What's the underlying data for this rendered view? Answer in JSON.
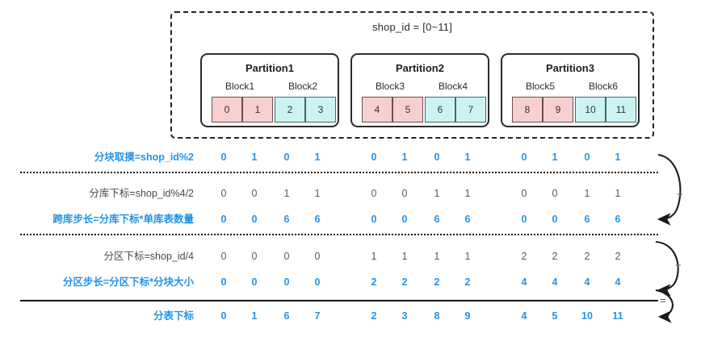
{
  "diagram": {
    "header": {
      "shop_id_range_label": "shop_id = [0~11]"
    },
    "partitions": [
      {
        "title": "Partition1",
        "blocks": [
          {
            "label": "Block1",
            "color": "pink",
            "values": [
              "0",
              "1"
            ]
          },
          {
            "label": "Block2",
            "color": "cyan",
            "values": [
              "2",
              "3"
            ]
          }
        ]
      },
      {
        "title": "Partition2",
        "blocks": [
          {
            "label": "Block3",
            "color": "pink",
            "values": [
              "4",
              "5"
            ]
          },
          {
            "label": "Block4",
            "color": "cyan",
            "values": [
              "6",
              "7"
            ]
          }
        ]
      },
      {
        "title": "Partition3",
        "blocks": [
          {
            "label": "Block5",
            "color": "pink",
            "values": [
              "8",
              "9"
            ]
          },
          {
            "label": "Block6",
            "color": "cyan",
            "values": [
              "10",
              "11"
            ]
          }
        ]
      }
    ],
    "rows": [
      {
        "label": "分块取摸=shop_id%2",
        "emphasis": "blue",
        "values": [
          "0",
          "1",
          "0",
          "1",
          "0",
          "1",
          "0",
          "1",
          "0",
          "1",
          "0",
          "1"
        ]
      },
      {
        "label": "分库下标=shop_id%4/2",
        "emphasis": "gray",
        "values": [
          "0",
          "0",
          "1",
          "1",
          "0",
          "0",
          "1",
          "1",
          "0",
          "0",
          "1",
          "1"
        ]
      },
      {
        "label": "跨库步长=分库下标*单库表数量",
        "emphasis": "blue",
        "values": [
          "0",
          "0",
          "6",
          "6",
          "0",
          "0",
          "6",
          "6",
          "0",
          "0",
          "6",
          "6"
        ]
      },
      {
        "label": "分区下标=shop_id/4",
        "emphasis": "gray",
        "values": [
          "0",
          "0",
          "0",
          "0",
          "1",
          "1",
          "1",
          "1",
          "2",
          "2",
          "2",
          "2"
        ]
      },
      {
        "label": "分区步长=分区下标*分块大小",
        "emphasis": "blue",
        "values": [
          "0",
          "0",
          "0",
          "0",
          "2",
          "2",
          "2",
          "2",
          "4",
          "4",
          "4",
          "4"
        ]
      },
      {
        "label": "分表下标",
        "emphasis": "blue",
        "values": [
          "0",
          "1",
          "6",
          "7",
          "2",
          "3",
          "8",
          "9",
          "4",
          "5",
          "10",
          "11"
        ]
      }
    ],
    "operators": {
      "plus_top": "+",
      "plus_bottom": "+",
      "equals": "="
    },
    "colors": {
      "accent_blue": "#2393e8",
      "cell_pink": "#f7cfcf",
      "cell_cyan": "#ccf2f2",
      "ink": "#222222"
    }
  }
}
